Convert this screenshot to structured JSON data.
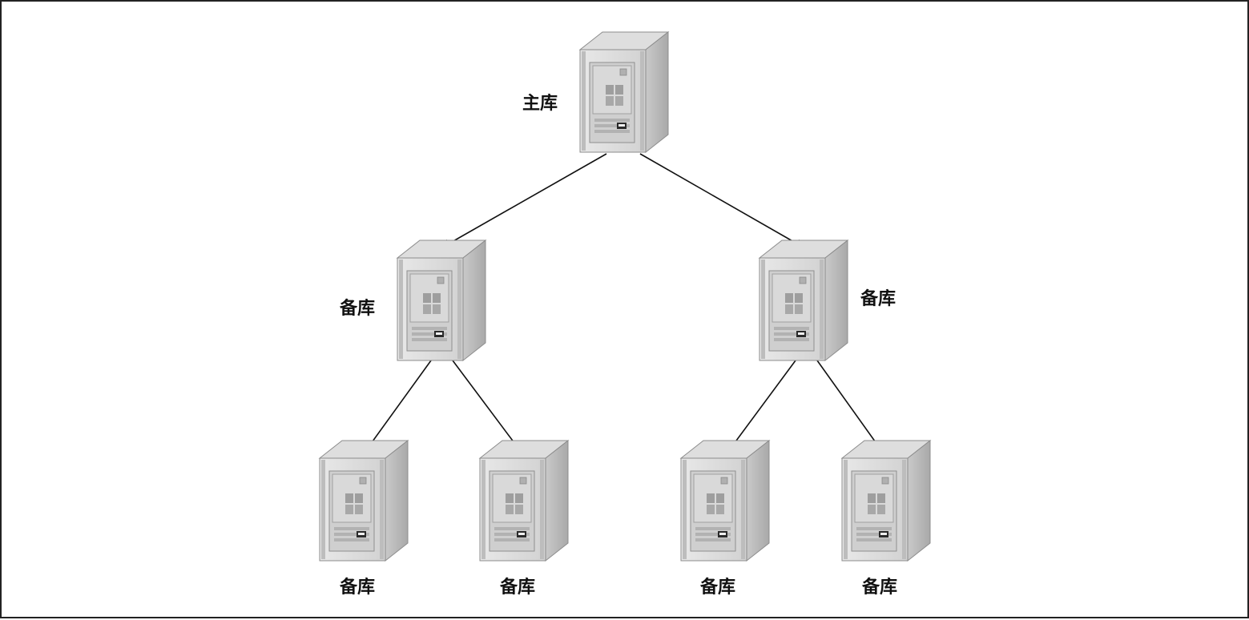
{
  "diagram": {
    "nodes": [
      {
        "id": "master",
        "label": "主库",
        "role": "master"
      },
      {
        "id": "standby-l",
        "label": "备库",
        "role": "standby"
      },
      {
        "id": "standby-r",
        "label": "备库",
        "role": "standby"
      },
      {
        "id": "standby-ll",
        "label": "备库",
        "role": "standby"
      },
      {
        "id": "standby-lr",
        "label": "备库",
        "role": "standby"
      },
      {
        "id": "standby-rl",
        "label": "备库",
        "role": "standby"
      },
      {
        "id": "standby-rr",
        "label": "备库",
        "role": "standby"
      }
    ],
    "edges": [
      {
        "from": "master",
        "to": "standby-l"
      },
      {
        "from": "master",
        "to": "standby-r"
      },
      {
        "from": "standby-l",
        "to": "standby-ll"
      },
      {
        "from": "standby-l",
        "to": "standby-lr"
      },
      {
        "from": "standby-r",
        "to": "standby-rl"
      },
      {
        "from": "standby-r",
        "to": "standby-rr"
      }
    ],
    "node_icon": "server-tower-icon"
  }
}
